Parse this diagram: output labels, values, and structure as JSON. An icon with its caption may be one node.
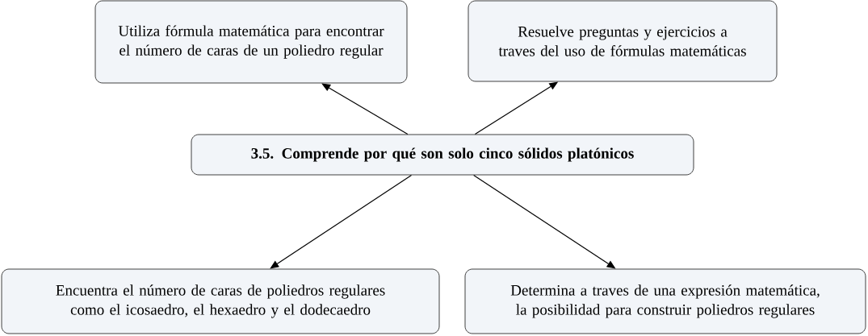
{
  "diagram": {
    "nodes": [
      {
        "text": [
          "3.5. Comprende por qué son solo cinco sólidos platónicos"
        ]
      },
      {
        "text": [
          "Utiliza fórmula matemática para encontrar el número de caras de un poliedro regular"
        ]
      },
      {
        "text": [
          "Resuelve preguntas y ejercicios a traves del uso de fórmulas matemáticas"
        ]
      },
      {
        "text": [
          "Encuentra el número de caras de poliedros regulares como el icosaedro, el hexaedro y el dodecaedro"
        ]
      },
      {
        "text": [
          "Determina a traves de una expresión matemática, la posibilidad para construir poliedros regulares"
        ]
      }
    ],
    "edges": [
      {
        "from": 0,
        "to": 1,
        "arrow": "to"
      },
      {
        "from": 0,
        "to": 2,
        "arrow": "to"
      },
      {
        "from": 0,
        "to": 3,
        "arrow": "to"
      },
      {
        "from": 0,
        "to": 4,
        "arrow": "to"
      }
    ]
  }
}
